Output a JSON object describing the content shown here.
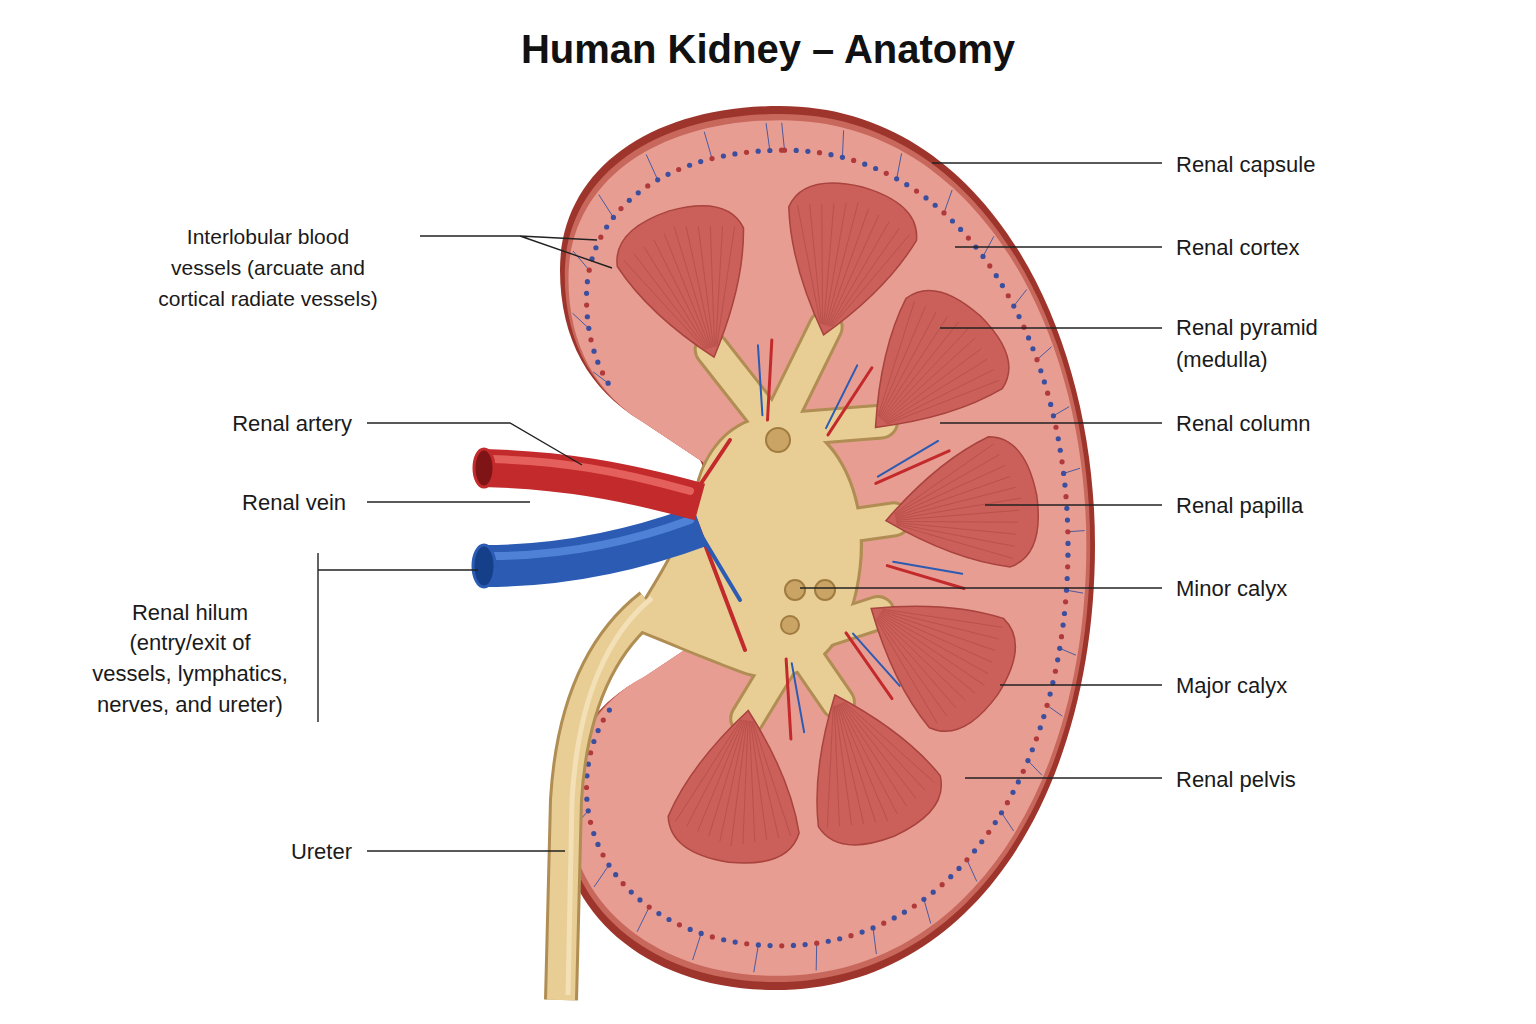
{
  "diagram": {
    "title": "Human Kidney – Anatomy",
    "labels": [
      "Interlobular blood vessels (arcuate and cortical radiate vessels)",
      "Renal capsule",
      "Renal cortex",
      "Renal pyramid (medulla)",
      "Renal artery",
      "Renal column",
      "Renal vein",
      "Renal papilla",
      "Minor calyx",
      "Renal hilum",
      "(entry/exit of vessels, lymphatics, nerves, and ureter)",
      "Major calyx",
      "Renal pelvis",
      "Ureter"
    ]
  }
}
